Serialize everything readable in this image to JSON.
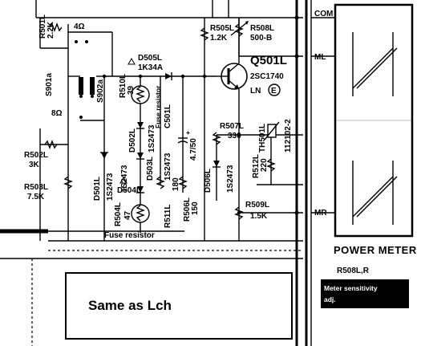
{
  "components": {
    "r501": {
      "ref": "R501L",
      "value": "2.2K"
    },
    "r502": {
      "ref": "R502L",
      "value": "3K"
    },
    "r503": {
      "ref": "R503L",
      "value": "7.5K"
    },
    "r504": {
      "ref": "R504L",
      "value": "47"
    },
    "r505": {
      "ref": "R505L",
      "value": "1.2K"
    },
    "r506": {
      "ref": "R506L",
      "value": "150"
    },
    "r507": {
      "ref": "R507L",
      "value": "330"
    },
    "r508": {
      "ref": "R508L",
      "value": "500-B"
    },
    "r509": {
      "ref": "R509L",
      "value": "1.5K"
    },
    "r510": {
      "ref": "R510L",
      "value": "39"
    },
    "r511": {
      "ref": "R511L",
      "value": "180"
    },
    "r512": {
      "ref": "R512L",
      "value": "220"
    },
    "d501": {
      "ref": "D501L",
      "value": "1S2473"
    },
    "d502": {
      "ref": "D502L",
      "value": "1S2473"
    },
    "d503": {
      "ref": "D503L",
      "value": "1S2473"
    },
    "d504": {
      "ref": "D504L",
      "value": "1S2473"
    },
    "d505": {
      "ref": "D505L",
      "value": "1K34A"
    },
    "d506": {
      "ref": "D506L",
      "value": "1S2473"
    },
    "c501": {
      "ref": "C501L",
      "value": "4.7/50"
    },
    "th501": {
      "ref": "TH501L",
      "value": "112102-2"
    },
    "q501": {
      "ref": "Q501L",
      "part": "2SC1740",
      "grade": "LN",
      "grade_mark": "E"
    },
    "s901": {
      "ref": "S901a",
      "position": "8Ω"
    },
    "s902": {
      "ref": "S902a"
    },
    "speaker_tap": "4Ω"
  },
  "labels": {
    "fuse_resistor_vertical": "Fuse resistor",
    "fuse_resistor_bottom": "Fuse resistor",
    "com": "COM",
    "ml": "ML",
    "mr": "MR",
    "power_meter": "POWER METER",
    "same_as": "Same as Lch",
    "sensitivity_ref": "R508L,R",
    "sensitivity_note_line1": "Meter sensitivity",
    "sensitivity_note_line2": "adj."
  }
}
